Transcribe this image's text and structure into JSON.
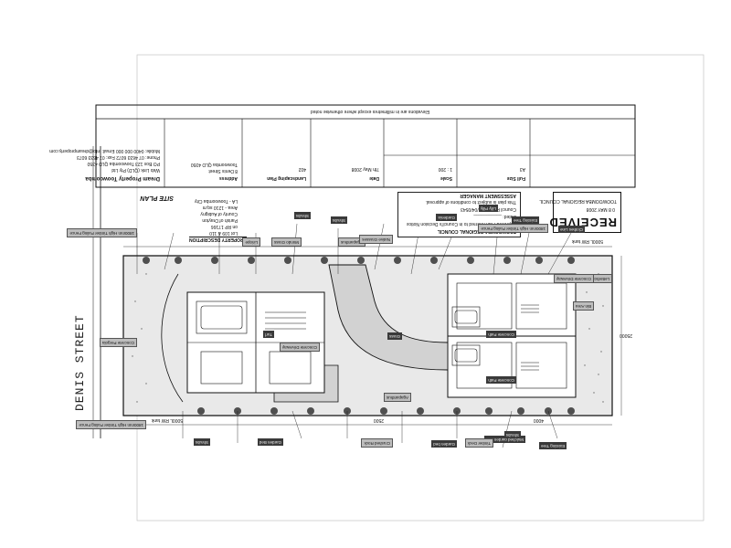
{
  "title_block": {
    "company": "Dream Property Toowoomba",
    "company_line2": "Web Link (QLD) Pty Ltd",
    "company_line3": "PO Box 123 Toowoomba QLD 4350",
    "company_line4": "Phone: 07 4633 6072   Fax: 07 4633 6073",
    "company_line5": "Mobile: 0400 000 000   Email: info@dreamproperty.com",
    "address_label": "Address",
    "address_value": "8 Denis Street",
    "address_city": "Toowoomba QLD 4350",
    "drawing_label": "Landscaping Plan",
    "drawing_number": "402",
    "date_label": "Date",
    "date_value": "7th May 2008",
    "scale_label": "Scale",
    "scale_value": "1 : 200",
    "size_label": "Full Size",
    "size_value": "A3",
    "note": "Elevations are in millimetres except where otherwise noted"
  },
  "council": {
    "approval_header": "TOOWOOMBA REGIONAL COUNCIL",
    "approval_line1": "Approved Plan referred to in Council's Decision Notice",
    "approval_line2": "Dated: ___________",
    "approval_line3": "Council Ref: MCUI/04/0543",
    "approval_line4": "This plan is subject to conditions of approval.",
    "stamp_bottom": "ASSESSMENT MANAGER",
    "received_stamp": "RECEIVED",
    "received_date": "0 8 MAY 2008",
    "received_council": "TOOWOOMBA REGIONAL COUNCIL"
  },
  "site": {
    "heading": "SITE PLAN",
    "property_description_title": "PROPERTY DESCRIPTION",
    "property_lines": [
      "Lot 109 & 110",
      "on RP 17166",
      "Parish of Drayton",
      "County of Aubigny",
      "Area - 1210 sq.m",
      "LA - Toowoomba City"
    ],
    "street_name": "DENIS STREET",
    "dim_top": "5000L RW tank",
    "dim_bottom": "5000L RW tank",
    "dim_left": "25000",
    "dim_right": "4000",
    "dim_driveway": "2500"
  },
  "labels": {
    "dark": [
      "Concrete Path",
      "Concrete Path",
      "Clothes Line",
      "Existing Tree",
      "Lilly Pilly",
      "Gardenia",
      "Shrubs",
      "Shrubs",
      "Existing Tree",
      "Grass",
      "Mulched garden bed",
      "Garden bed",
      "Garden Bed",
      "Turf",
      "Shrubs",
      "Shrubs"
    ],
    "grey": [
      "1800mm High Timber Paling Fence",
      "1800mm High Timber Paling Fence",
      "Concrete Pergola",
      "Letterbox",
      "Bin Area",
      "Concrete Driveway",
      "Crushed Rock",
      "Agapanthus",
      "Agapanthus",
      "Native Grasses",
      "Mondo Grass",
      "Liriope",
      "1800mm High Timber Paling Fence",
      "Concrete Driveway",
      "Timber Deck"
    ]
  }
}
